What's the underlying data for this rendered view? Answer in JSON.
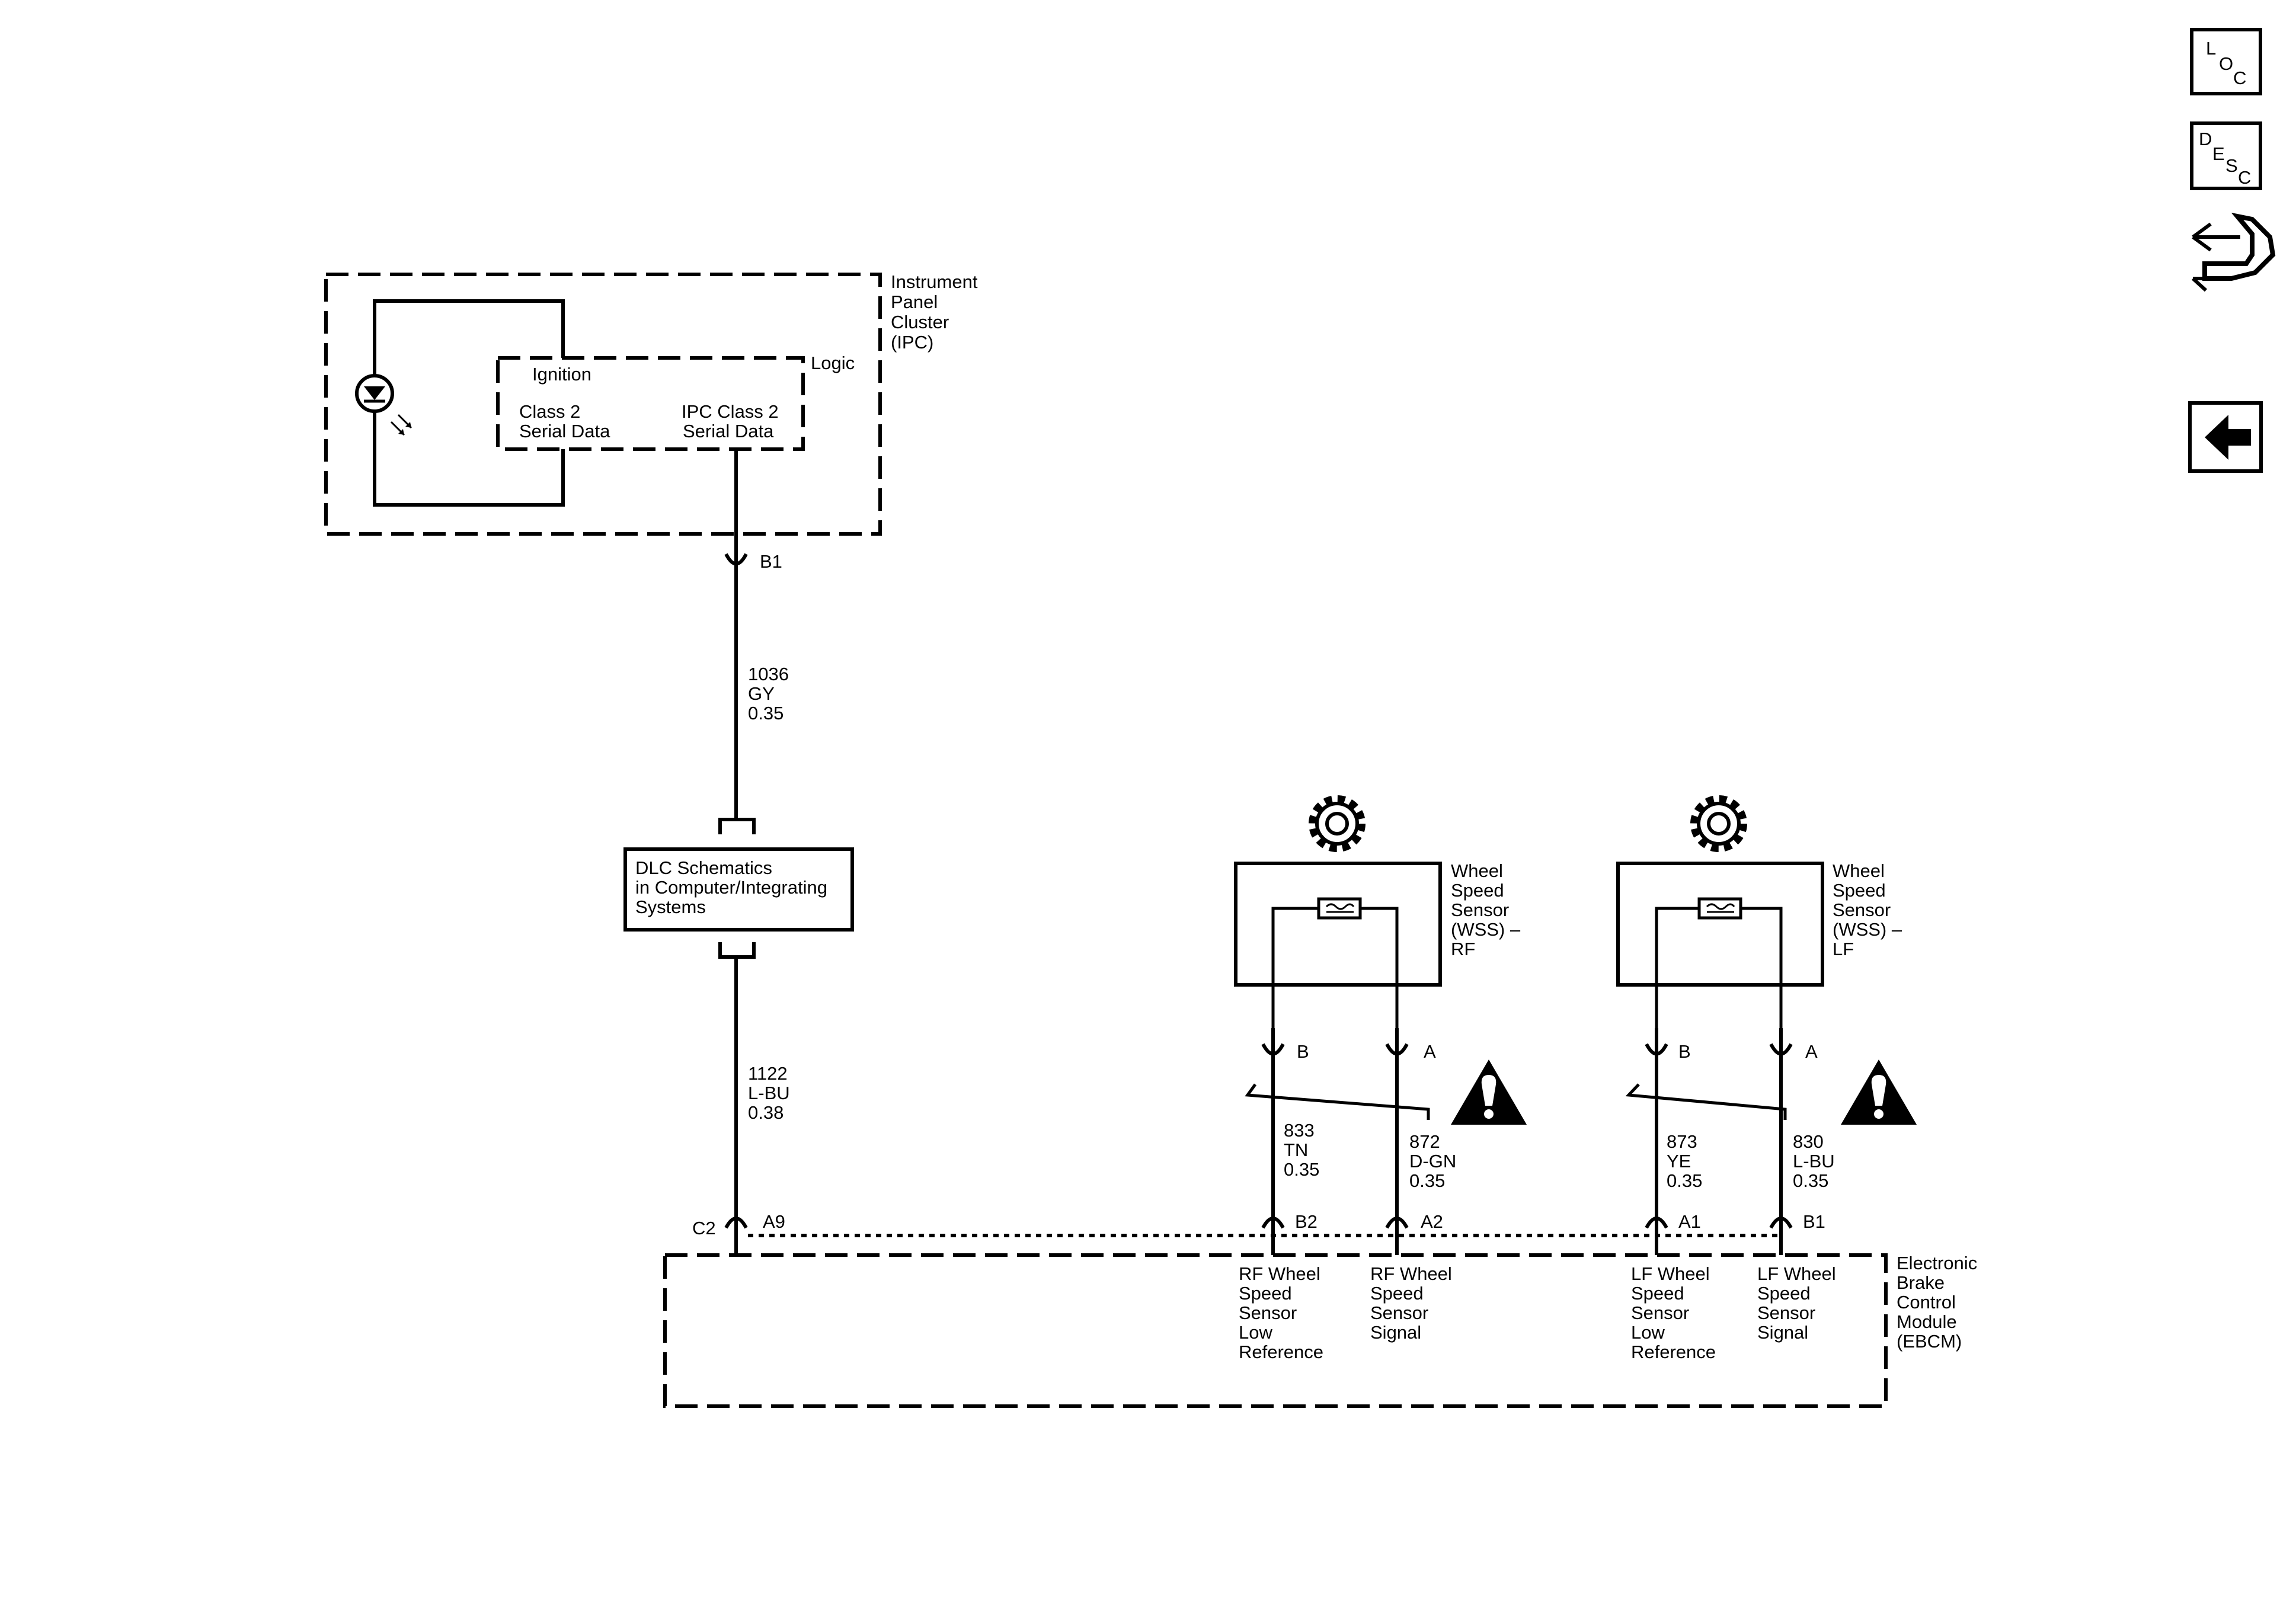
{
  "nav": {
    "loc": {
      "l1": "L",
      "l2": "O",
      "l3": "C"
    },
    "desc": {
      "l1": "D",
      "l2": "E",
      "l3": "S",
      "l4": "C"
    }
  },
  "ipc": {
    "title": [
      "Instrument",
      "Panel",
      "Cluster",
      "(IPC)"
    ],
    "logic": "Logic",
    "ign": [
      "Ignition",
      "Class 2",
      "Serial Data"
    ],
    "ipc_serial": [
      "IPC Class 2",
      "Serial Data"
    ],
    "pin": "B1"
  },
  "wire_upper": {
    "circuit": "1036",
    "color": "GY",
    "gauge": "0.35"
  },
  "dlc": {
    "lines": [
      "DLC Schematics",
      "in Computer/Integrating",
      "Systems"
    ]
  },
  "wire_lower": {
    "circuit": "1122",
    "color": "L-BU",
    "gauge": "0.38"
  },
  "ebcm": {
    "title": [
      "Electronic",
      "Brake",
      "Control",
      "Module",
      "(EBCM)"
    ],
    "conn_c2": "C2",
    "pin_a9": "A9",
    "pins": [
      "B2",
      "A2",
      "A1",
      "B1"
    ],
    "labels": [
      [
        "RF Wheel",
        "Speed",
        "Sensor",
        "Low",
        "Reference"
      ],
      [
        "RF Wheel",
        "Speed",
        "Sensor",
        "Signal"
      ],
      [
        "LF Wheel",
        "Speed",
        "Sensor",
        "Low",
        "Reference"
      ],
      [
        "LF Wheel",
        "Speed",
        "Sensor",
        "Signal"
      ]
    ]
  },
  "wss_rf": {
    "title": [
      "Wheel",
      "Speed",
      "Sensor",
      "(WSS) –",
      "RF"
    ],
    "pin_b": "B",
    "pin_a": "A",
    "wire_b": {
      "circuit": "833",
      "color": "TN",
      "gauge": "0.35"
    },
    "wire_a": {
      "circuit": "872",
      "color": "D-GN",
      "gauge": "0.35"
    }
  },
  "wss_lf": {
    "title": [
      "Wheel",
      "Speed",
      "Sensor",
      "(WSS) –",
      "LF"
    ],
    "pin_b": "B",
    "pin_a": "A",
    "wire_b": {
      "circuit": "873",
      "color": "YE",
      "gauge": "0.35"
    },
    "wire_a": {
      "circuit": "830",
      "color": "L-BU",
      "gauge": "0.35"
    }
  }
}
